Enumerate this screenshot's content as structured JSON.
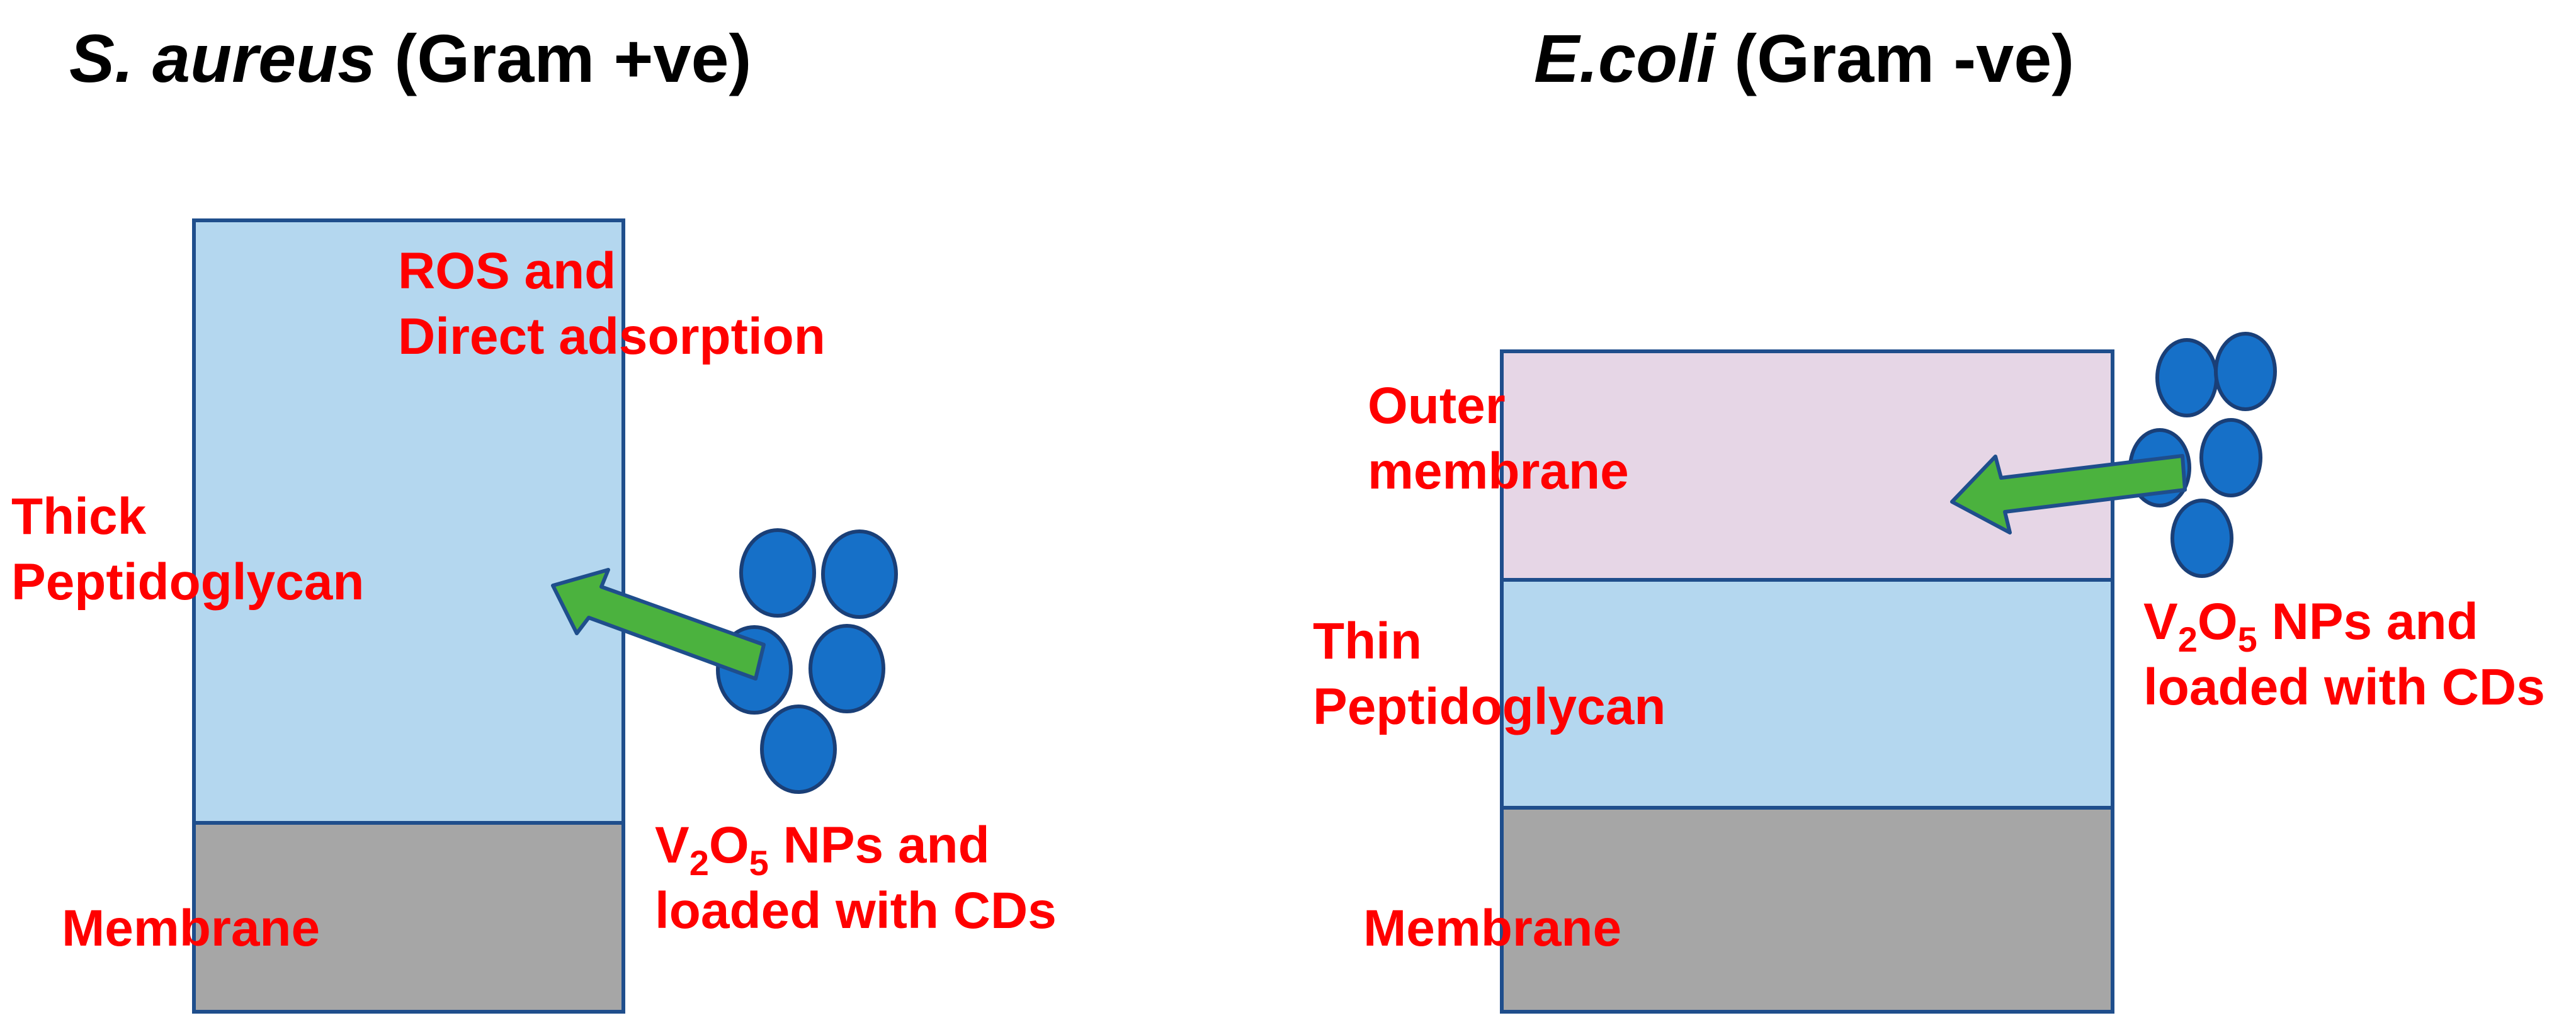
{
  "colors": {
    "label_red": "#ff0000",
    "layer_outline": "#1f4e8c",
    "peptidoglycan_fill": "#b4d7ef",
    "outer_membrane_fill": "#e6d6e6",
    "membrane_fill": "#a6a6a6",
    "nanoparticle_fill": "#1670c8",
    "nanoparticle_outline": "#1a3f77",
    "arrow_fill": "#4bb23e",
    "arrow_outline": "#1f4e8c"
  },
  "left_panel": {
    "title_italic": "S. aureus",
    "title_rest": " (Gram +ve)",
    "mechanism_line1": "ROS and",
    "mechanism_line2": "Direct adsorption",
    "peptidoglycan_line1": "Thick",
    "peptidoglycan_line2": "Peptidoglycan",
    "membrane_label": "Membrane",
    "np_label": {
      "v": "V",
      "sub2": "2",
      "o": "O",
      "sub5": "5",
      "rest": " NPs and",
      "line2": "loaded with CDs"
    }
  },
  "right_panel": {
    "title_italic": "E.coli",
    "title_rest": " (Gram -ve)",
    "outer_membrane_line1": "Outer",
    "outer_membrane_line2": "membrane",
    "peptidoglycan_line1": "Thin",
    "peptidoglycan_line2": "Peptidoglycan",
    "membrane_label": "Membrane",
    "np_label": {
      "v": "V",
      "sub2": "2",
      "o": "O",
      "sub5": "5",
      "rest": " NPs and",
      "line2": "loaded with CDs"
    }
  }
}
